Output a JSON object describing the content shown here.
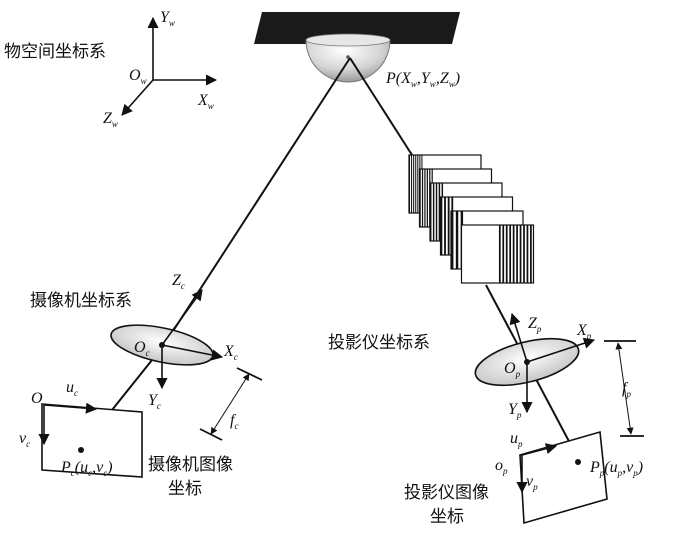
{
  "labels": {
    "world_title": "物空间坐标系",
    "world_origin": "O",
    "world_origin_sub": "w",
    "world_x": "X",
    "world_x_sub": "w",
    "world_y": "Y",
    "world_y_sub": "w",
    "world_z": "Z",
    "world_z_sub": "w",
    "point_P": "P(X",
    "point_P_sub1": "w",
    "point_P_mid1": ",Y",
    "point_P_sub2": "w",
    "point_P_mid2": ",Z",
    "point_P_sub3": "w",
    "point_P_end": ")",
    "camera_title": "摄像机坐标系",
    "camera_Oc": "O",
    "camera_Oc_sub": "c",
    "camera_Xc": "X",
    "camera_Xc_sub": "c",
    "camera_Yc": "Y",
    "camera_Yc_sub": "c",
    "camera_Zc": "Z",
    "camera_Zc_sub": "c",
    "camera_fc": "f",
    "camera_fc_sub": "c",
    "camera_image_title_line1": "摄像机图像",
    "camera_image_title_line2": "坐标",
    "camera_image_O": "O",
    "camera_image_u": "u",
    "camera_image_u_sub": "c",
    "camera_image_v": "v",
    "camera_image_v_sub": "c",
    "camera_image_Pc": "P",
    "camera_image_Pc_sub": "c",
    "camera_image_Pc_args": "(u",
    "camera_image_Pc_sub2": "c",
    "camera_image_Pc_mid": ",v",
    "camera_image_Pc_sub3": "c",
    "camera_image_Pc_end": ")",
    "projector_title": "投影仪坐标系",
    "projector_Op": "O",
    "projector_Op_sub": "p",
    "projector_Xp": "X",
    "projector_Xp_sub": "p",
    "projector_Yp": "Y",
    "projector_Yp_sub": "p",
    "projector_Zp": "Z",
    "projector_Zp_sub": "p",
    "projector_fp": "f",
    "projector_fp_sub": "p",
    "projector_image_title_line1": "投影仪图像",
    "projector_image_title_line2": "坐标",
    "projector_image_o": "o",
    "projector_image_o_sub": "p",
    "projector_image_u": "u",
    "projector_image_u_sub": "p",
    "projector_image_v": "v",
    "projector_image_v_sub": "p",
    "projector_image_Pp": "P",
    "projector_image_Pp_sub": "p",
    "projector_image_Pp_args": "(u",
    "projector_image_Pp_sub2": "p",
    "projector_image_Pp_mid": ",v",
    "projector_image_Pp_sub3": "p",
    "projector_image_Pp_end": ")"
  },
  "colors": {
    "line": "#111111",
    "hemisphere": "#d8d8d8",
    "base_plate": "#1a1a1a",
    "lens_fill": "#e8e8e8"
  },
  "fringe_patterns": {
    "count": 6,
    "stripe_counts": [
      7,
      6,
      5,
      4,
      3,
      2
    ]
  }
}
